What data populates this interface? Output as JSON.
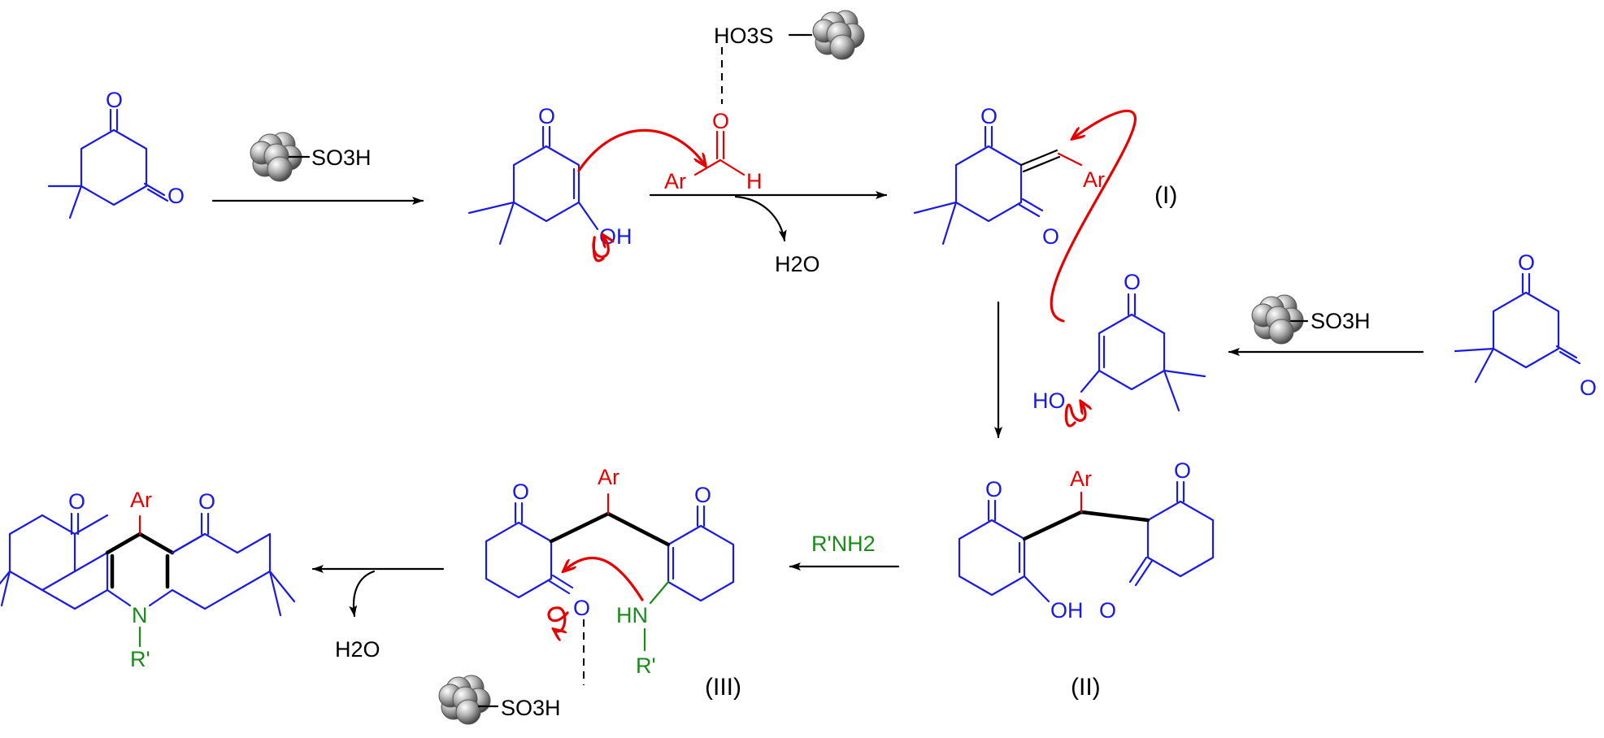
{
  "labels": {
    "intermediate_1": "(I)",
    "intermediate_2": "(II)",
    "intermediate_3": "(III)"
  },
  "reagents": {
    "catalyst_acid": "SO3H",
    "catalyst_acid_reversed": "HO3S",
    "water": "H2O",
    "amine": "R'NH2",
    "aryl": "Ar",
    "amine_substituent": "R'"
  },
  "atoms": {
    "oxygen": "O",
    "hydroxyl": "OH",
    "hydroxyl_reversed": "HO",
    "hydrogen": "H",
    "nitrogen": "N",
    "amine_nh": "HN"
  },
  "colors": {
    "scaffold": "#1a1ae6",
    "aldehyde_and_aryl": "#e60000",
    "amine": "#1a8a1a",
    "arrows_and_reagents": "#000000",
    "catalyst_sphere": "#8c8c8c"
  }
}
